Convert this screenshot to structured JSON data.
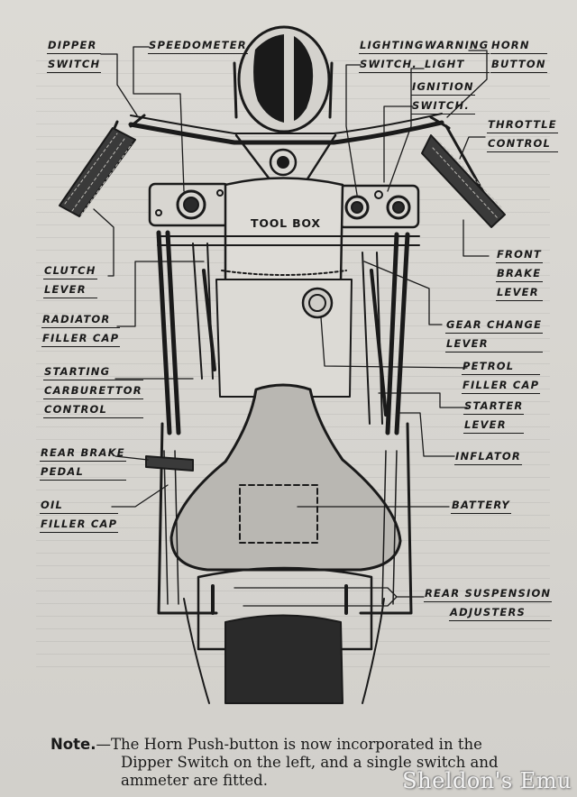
{
  "diagram": {
    "labels": {
      "dipper_switch": [
        "DIPPER",
        "SWITCH"
      ],
      "speedometer": [
        "SPEEDOMETER"
      ],
      "lighting_switch": [
        "LIGHTING",
        "SWITCH."
      ],
      "warning_light": [
        "WARNING",
        "LIGHT"
      ],
      "horn_button": [
        "HORN",
        "BUTTON"
      ],
      "ignition_switch": [
        "IGNITION",
        "SWITCH."
      ],
      "throttle_control": [
        "THROTTLE",
        "CONTROL"
      ],
      "clutch_lever": [
        "CLUTCH",
        "LEVER"
      ],
      "front_brake_lever": [
        "FRONT",
        "BRAKE",
        "LEVER"
      ],
      "radiator_filler_cap": [
        "RADIATOR",
        "FILLER CAP"
      ],
      "gear_change_lever": [
        "GEAR CHANGE",
        "LEVER"
      ],
      "starting_carburettor_control": [
        "STARTING",
        "CARBURETTOR",
        "CONTROL"
      ],
      "petrol_filler_cap": [
        "PETROL",
        "FILLER CAP"
      ],
      "starter_lever": [
        "STARTER",
        "LEVER"
      ],
      "rear_brake_pedal": [
        "REAR BRAKE",
        "PEDAL"
      ],
      "inflator": [
        "INFLATOR"
      ],
      "oil_filler_cap": [
        "OIL",
        "FILLER CAP"
      ],
      "battery": [
        "BATTERY"
      ],
      "rear_suspension_adjusters": [
        "REAR SUSPENSION",
        "ADJUSTERS"
      ]
    },
    "toolbox_text": "TOOL BOX"
  },
  "note": {
    "lead": "Note.",
    "line1": "—The Horn Push-button is now incorporated in the",
    "line2": "Dipper Switch on the left, and a single switch and",
    "line3": "ammeter are fitted."
  },
  "watermark": "Sheldon's Emu"
}
